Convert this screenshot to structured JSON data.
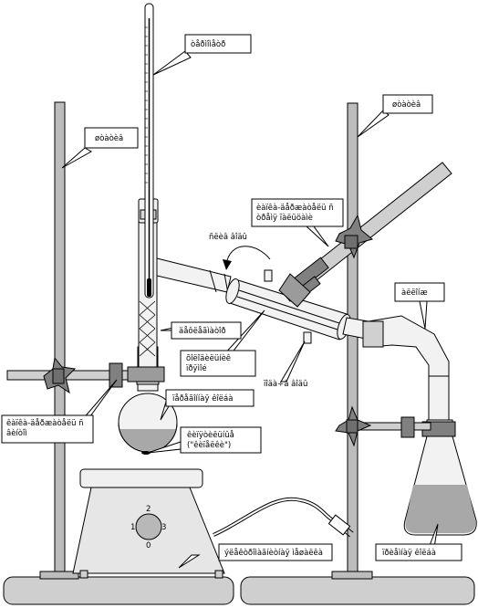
{
  "labels": {
    "thermometer": "òåðìîìåòð",
    "stand_left": "øòàòèâ",
    "stand_right": "øòàòèâ",
    "condenser_clamp": "èàïêà-äåðæàòåëü ñ\nòðåìÿ ïàëüöàìè",
    "water_out": "ñëèâ âîäû",
    "allonge": "àëëîíæ",
    "water_in": "ïîäà÷à âîäû",
    "ice_cold_condenser": "õîëîäèëüíèê\nïðÿìîé",
    "drop_column": "äåôëåãìàòîð",
    "round_flask": "ïåðåãîííàÿ êîëáà",
    "boiling_chips": "êèïÿòèëüíûå\n(\"êèïåëêè\")",
    "left_clamp": "êàïêà-äåðæàòåëü ñ\nâèíòîì",
    "magnetic_stirrer": "ýëåêòðîìàãíèòíàÿ ìåøàëêà",
    "receiving_flask": "ïðèåìíàÿ êîëáà"
  },
  "stirrer_dial": {
    "top": "2",
    "left": "1",
    "right": "3",
    "bottom": "0"
  },
  "colors": {
    "liquid": "#a8a8a8",
    "metal": "#bdbdbd",
    "clamp": "#808080",
    "glass": "#f2f2f2"
  }
}
